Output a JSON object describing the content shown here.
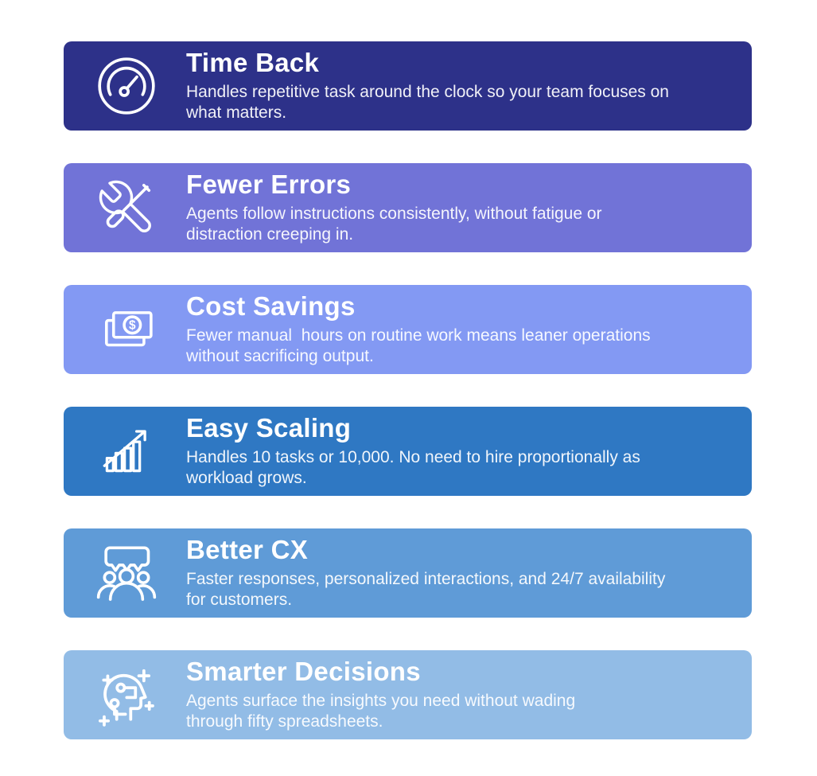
{
  "page": {
    "background": "#FFFFFF",
    "text_color": "#FFFFFF"
  },
  "cards": [
    {
      "title": "Time Back",
      "description": "Handles repetitive task around the clock so your team focuses on\nwhat matters.",
      "icon": "speedometer-icon",
      "bg": "#2D3189"
    },
    {
      "title": "Fewer Errors",
      "description": "Agents follow instructions consistently, without fatigue or\ndistraction creeping in.",
      "icon": "crossed-tools-icon",
      "bg": "#7173D7"
    },
    {
      "title": "Cost Savings",
      "description": "Fewer manual  hours on routine work means leaner operations\nwithout sacrificing output.",
      "icon": "money-bills-icon",
      "bg": "#8399F3",
      "currency_symbol": "$"
    },
    {
      "title": "Easy Scaling",
      "description": "Handles 10 tasks or 10,000. No need to hire proportionally as\nworkload grows.",
      "icon": "growth-chart-icon",
      "bg": "#2F78C3"
    },
    {
      "title": "Better CX",
      "description": "Faster responses, personalized interactions, and 24/7 availability\nfor customers.",
      "icon": "customers-chat-icon",
      "bg": "#5F9BD7"
    },
    {
      "title": "Smarter Decisions",
      "description": "Agents surface the insights you need without wading\nthrough fifty spreadsheets.",
      "icon": "smart-head-icon",
      "bg": "#92BCE6"
    }
  ]
}
